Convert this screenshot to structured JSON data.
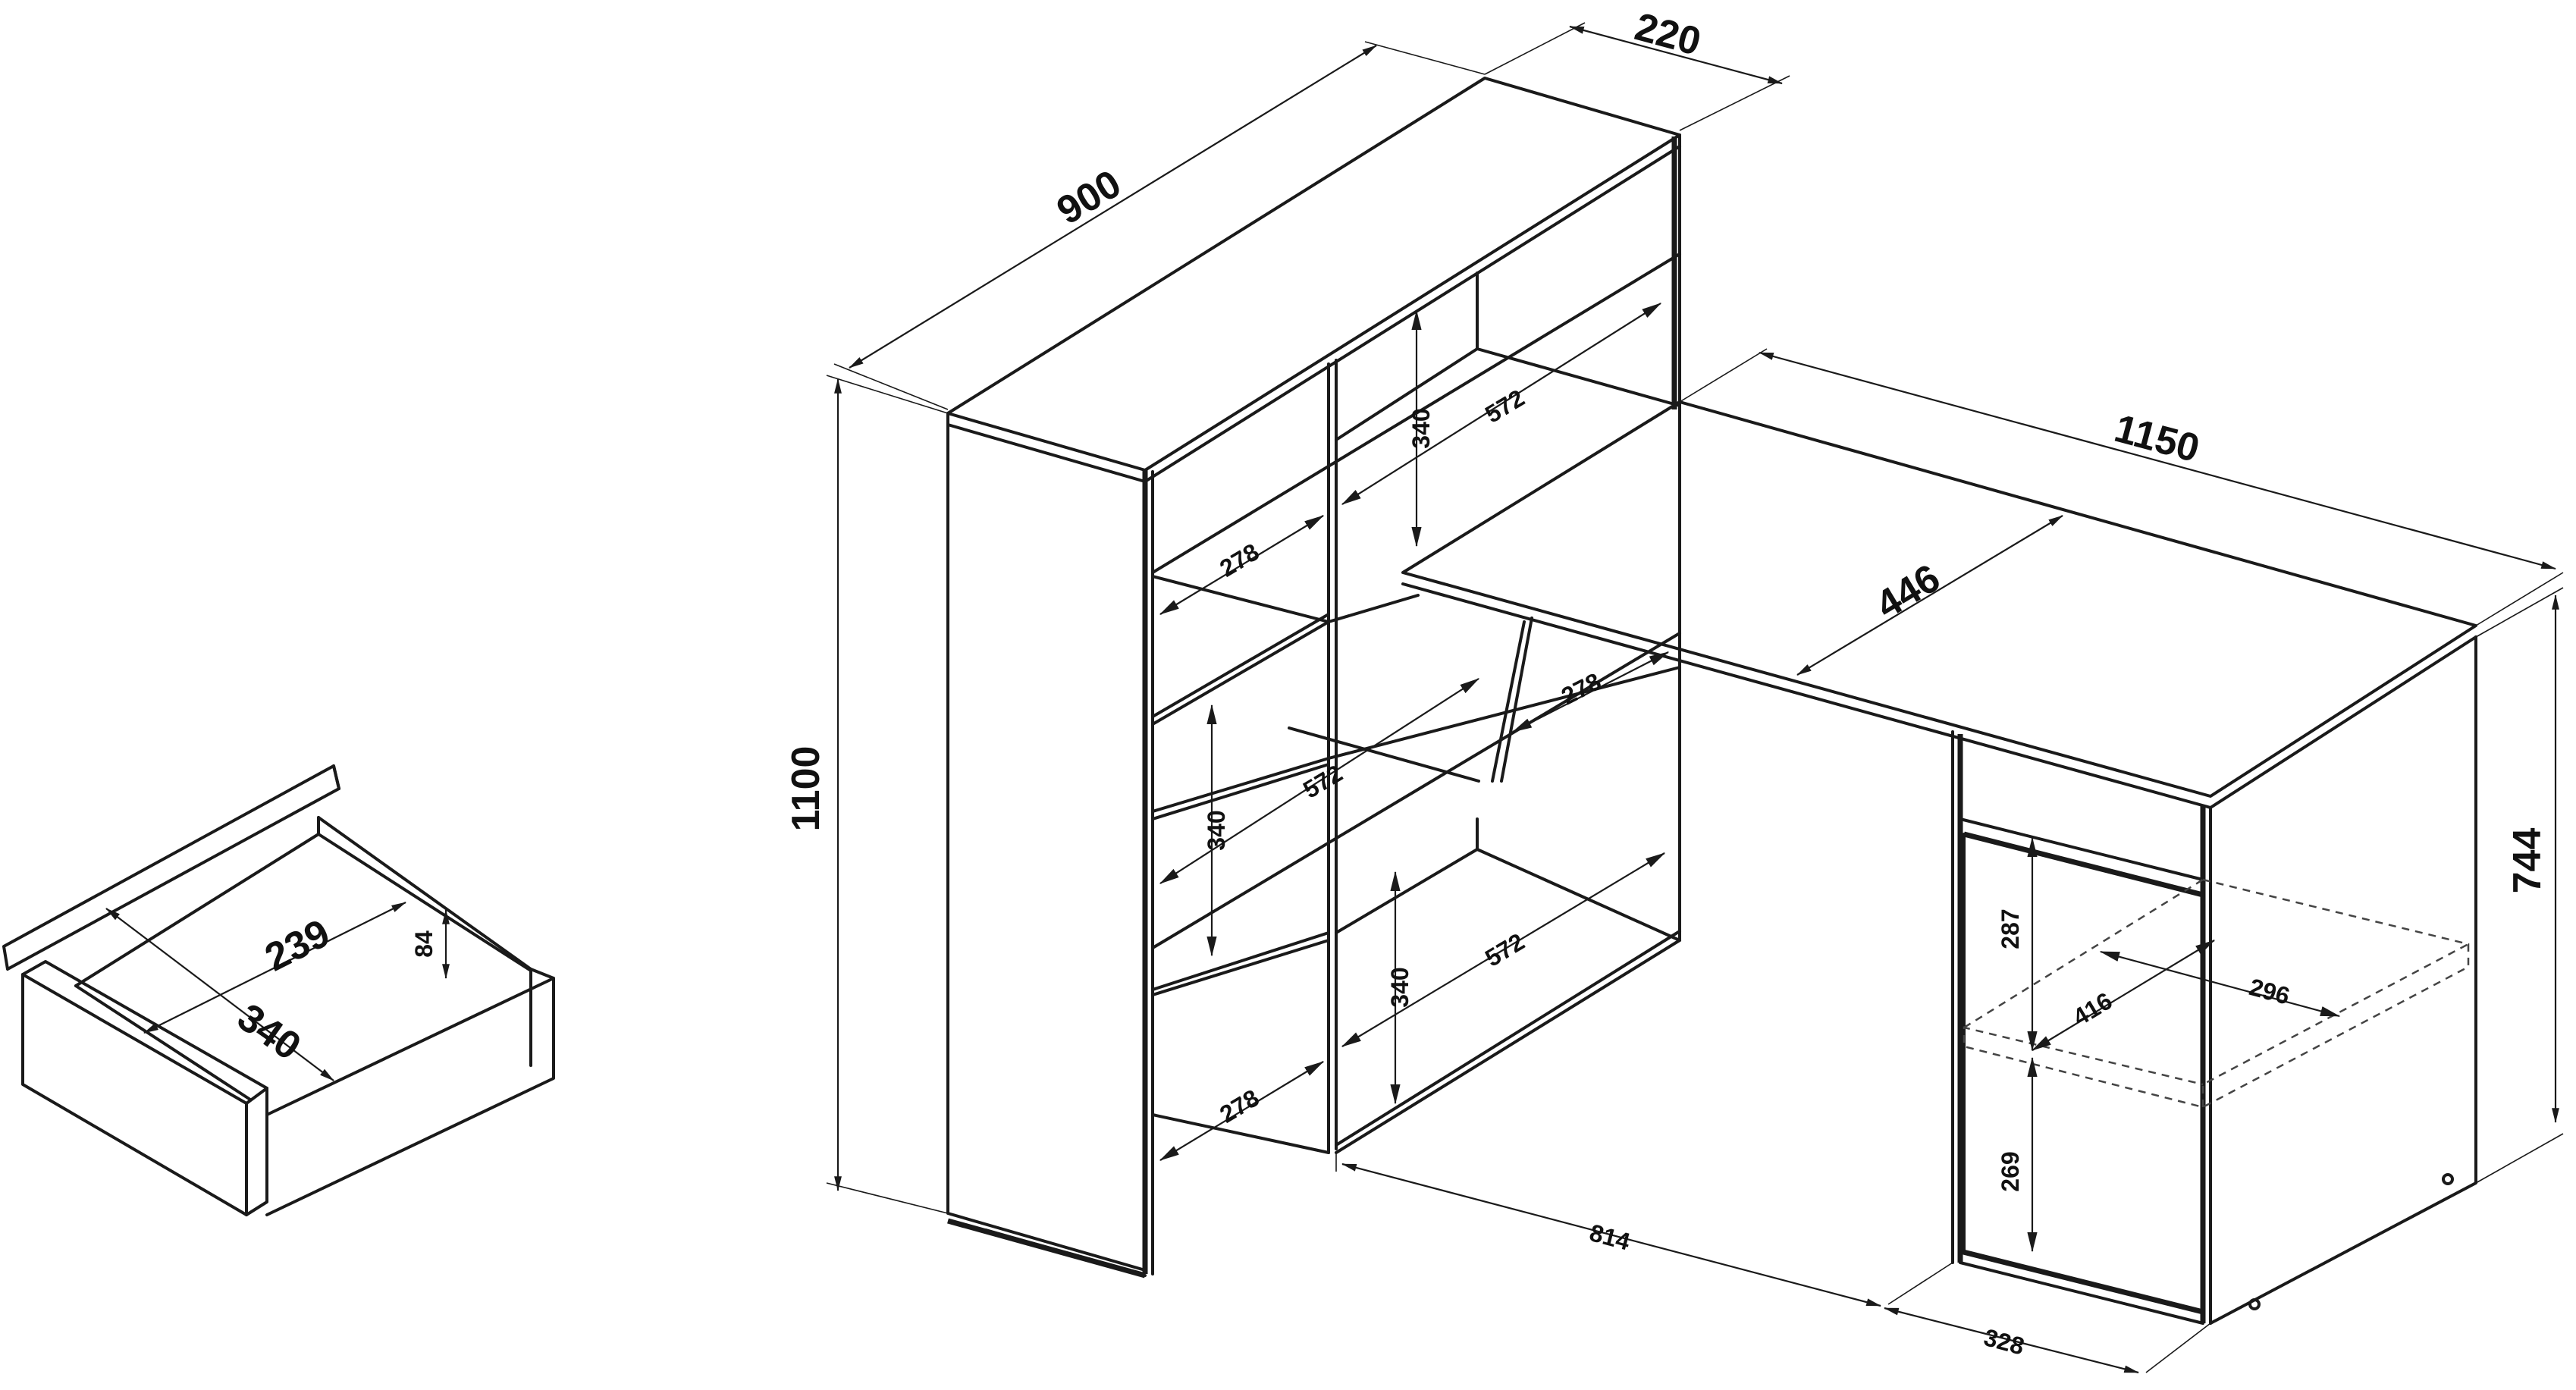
{
  "dimensions": {
    "shelf_width": "900",
    "shelf_depth": "220",
    "shelf_height": "1100",
    "desk_width": "1150",
    "desk_depth": "446",
    "desk_height": "744",
    "gap_width": "814",
    "cabinet_depth": "328",
    "compartment_width_top": "278",
    "compartment_width_mid": "278",
    "compartment_width_bottom": "278",
    "compartment_height_top": "340",
    "compartment_height_mid": "340",
    "compartment_height_bottom": "340",
    "compartment_depth_top": "572",
    "compartment_depth_mid": "572",
    "compartment_depth_bottom": "572",
    "cabinet_upper_height": "287",
    "cabinet_lower_height": "269",
    "cabinet_shelf_width": "296",
    "cabinet_shelf_depth": "416"
  },
  "drawer": {
    "inner_width": "239",
    "inner_depth": "340",
    "inner_height": "84"
  }
}
